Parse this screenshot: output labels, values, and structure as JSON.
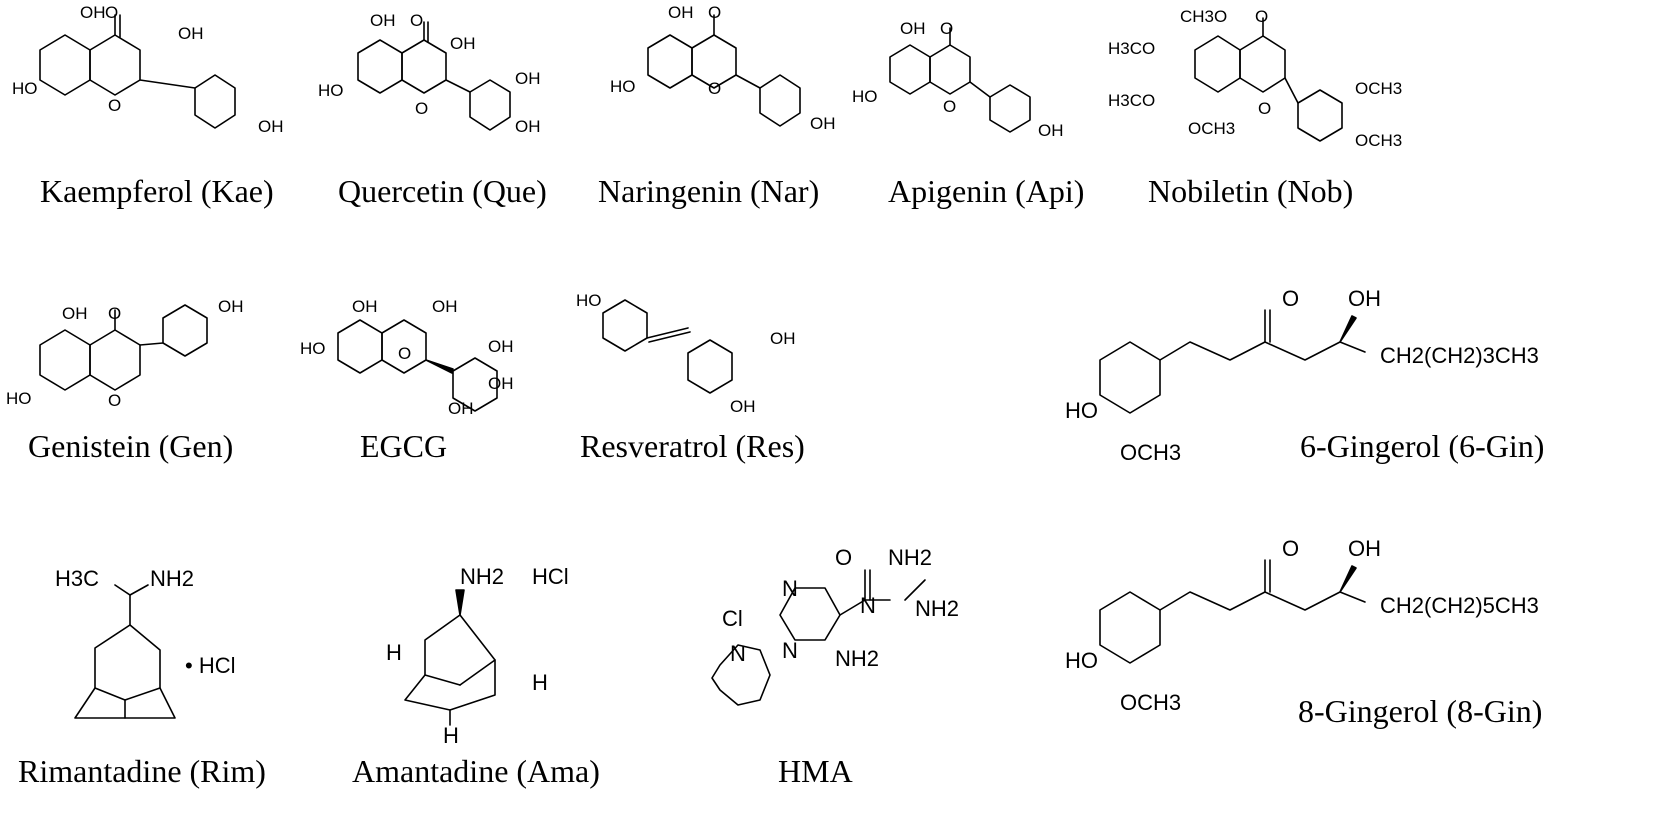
{
  "compounds": [
    {
      "id": "kae",
      "caption": "Kaempferol (Kae)"
    },
    {
      "id": "que",
      "caption": "Quercetin (Que)"
    },
    {
      "id": "nar",
      "caption": "Naringenin (Nar)"
    },
    {
      "id": "api",
      "caption": "Apigenin (Api)"
    },
    {
      "id": "nob",
      "caption": "Nobiletin (Nob)"
    },
    {
      "id": "gen",
      "caption": "Genistein (Gen)"
    },
    {
      "id": "egcg",
      "caption": "EGCG"
    },
    {
      "id": "res",
      "caption": "Resveratrol (Res)"
    },
    {
      "id": "gin6",
      "caption": "6-Gingerol (6-Gin)"
    },
    {
      "id": "rim",
      "caption": "Rimantadine (Rim)"
    },
    {
      "id": "ama",
      "caption": "Amantadine (Ama)"
    },
    {
      "id": "hma",
      "caption": "HMA"
    },
    {
      "id": "gin8",
      "caption": "8-Gingerol (8-Gin)"
    }
  ],
  "labels": {
    "oh": "OH",
    "ho": "HO",
    "o": "O",
    "och3": "OCH3",
    "h3co": "H3CO",
    "ch3o": "CH3O",
    "gin6_chain": "CH2(CH2)3CH3",
    "gin8_chain": "CH2(CH2)5CH3",
    "h3c": "H3C",
    "nh2": "NH2",
    "hcl": "HCl",
    "dot_hcl": "• HCl",
    "h": "H",
    "cl": "Cl",
    "n": "N"
  }
}
